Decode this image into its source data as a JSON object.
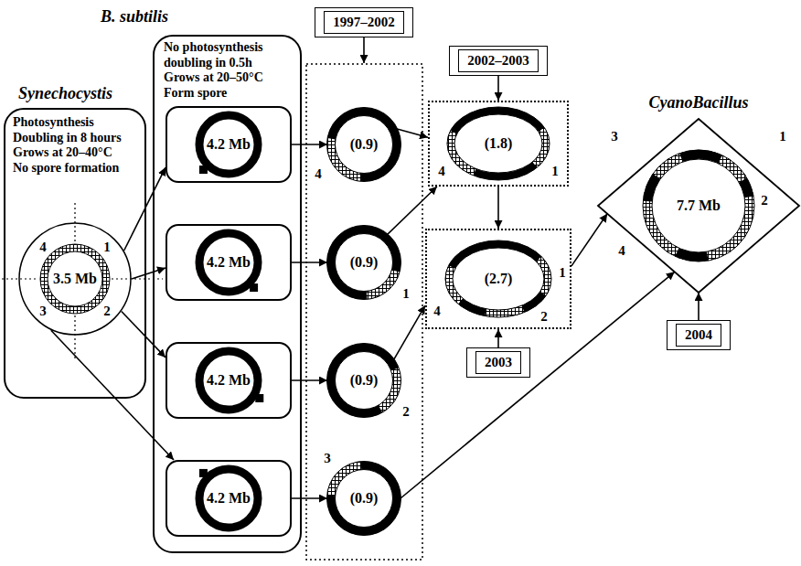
{
  "diagram": {
    "nodes": [
      {
        "text": [
          "Synechocystis",
          "Photosynthesis Doubling in 8 hours Grows at 20–40°C No spore formation"
        ]
      },
      {
        "text": [
          "4",
          "1",
          "3.5 Mb",
          "3",
          "2"
        ],
        "in": 0
      },
      {
        "text": [
          "B. subtilis",
          "No photosynthesis doubling in 0.5h Grows at 20–50°C Form spore"
        ]
      },
      {
        "text": [
          "4.2 Mb"
        ],
        "in": 2
      },
      {
        "text": [
          "4.2 Mb"
        ],
        "in": 2
      },
      {
        "text": [
          "4.2 Mb"
        ],
        "in": 2
      },
      {
        "text": [
          "4.2 Mb"
        ],
        "in": 2
      },
      {
        "text": [
          "1997–2002"
        ]
      },
      {
        "text": [
          "(0.9)",
          "4"
        ]
      },
      {
        "text": [
          "(0.9)",
          "1"
        ]
      },
      {
        "text": [
          "(0.9)",
          "2"
        ]
      },
      {
        "text": [
          "3",
          "(0.9)"
        ]
      },
      {
        "text": [
          "2002–2003"
        ]
      },
      {
        "text": [
          "(1.8)",
          "4",
          "1"
        ]
      },
      {
        "text": [
          "(2.7)",
          "1",
          "4",
          "2"
        ]
      },
      {
        "text": [
          "2003"
        ]
      },
      {
        "text": [
          "CyanoBacillus",
          "3",
          "1",
          "7.7 Mb",
          "2",
          "4"
        ]
      },
      {
        "text": [
          "2004"
        ]
      }
    ],
    "edges": [
      {
        "from": 1,
        "to": 3,
        "arrow": "to"
      },
      {
        "from": 1,
        "to": 4,
        "arrow": "to"
      },
      {
        "from": 1,
        "to": 5,
        "arrow": "to"
      },
      {
        "from": 1,
        "to": 6,
        "arrow": "to"
      },
      {
        "from": 3,
        "to": 8,
        "arrow": "to"
      },
      {
        "from": 4,
        "to": 9,
        "arrow": "to"
      },
      {
        "from": 5,
        "to": 10,
        "arrow": "to"
      },
      {
        "from": 6,
        "to": 11,
        "arrow": "to"
      },
      {
        "from": 8,
        "to": 13,
        "arrow": "to"
      },
      {
        "from": 9,
        "to": 13,
        "arrow": "to"
      },
      {
        "from": 12,
        "to": 13,
        "arrow": "to"
      },
      {
        "from": 13,
        "to": 14,
        "arrow": "to"
      },
      {
        "from": 10,
        "to": 14,
        "arrow": "to"
      },
      {
        "from": 15,
        "to": 14,
        "arrow": "to"
      },
      {
        "from": 14,
        "to": 16,
        "arrow": "to"
      },
      {
        "from": 11,
        "to": 16,
        "arrow": "to"
      },
      {
        "from": 17,
        "to": 16,
        "arrow": "to"
      }
    ]
  }
}
